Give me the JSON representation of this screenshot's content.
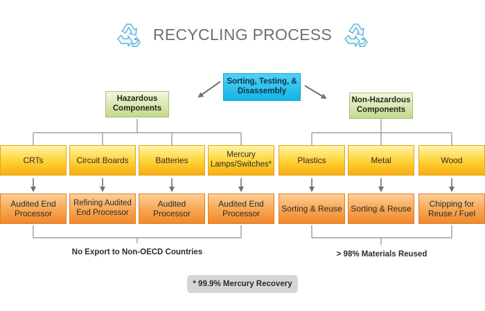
{
  "title": "RECYCLING PROCESS",
  "icons": {
    "left": "recycle-icon",
    "right": "recycle-icon"
  },
  "colors": {
    "title": "#6e6e6e",
    "root": "#22bce9",
    "category": "#d3e3a3",
    "type": "#ffc825",
    "processor": "#f59a45",
    "lines": "#777777"
  },
  "root": {
    "label": "Sorting, Testing, & Disassembly"
  },
  "categories": [
    {
      "label": "Hazardous Components"
    },
    {
      "label": "Non-Hazardous Components"
    }
  ],
  "hazardous": [
    {
      "type": "CRTs",
      "processor": "Audited End Processor"
    },
    {
      "type": "Circuit Boards",
      "processor": "Refining Audited End Processor"
    },
    {
      "type": "Batteries",
      "processor": "Audited Processor"
    },
    {
      "type": "Mercury Lamps/Switches*",
      "processor": "Audited End Processor"
    }
  ],
  "non_hazardous": [
    {
      "type": "Plastics",
      "processor": "Sorting & Reuse"
    },
    {
      "type": "Metal",
      "processor": "Sorting & Reuse"
    },
    {
      "type": "Wood",
      "processor": "Chipping for Reuse / Fuel"
    }
  ],
  "captions": {
    "hazardous": "No Export to Non-OECD Countries",
    "non_hazardous": "> 98% Materials Reused"
  },
  "footnote": "* 99.9% Mercury Recovery"
}
